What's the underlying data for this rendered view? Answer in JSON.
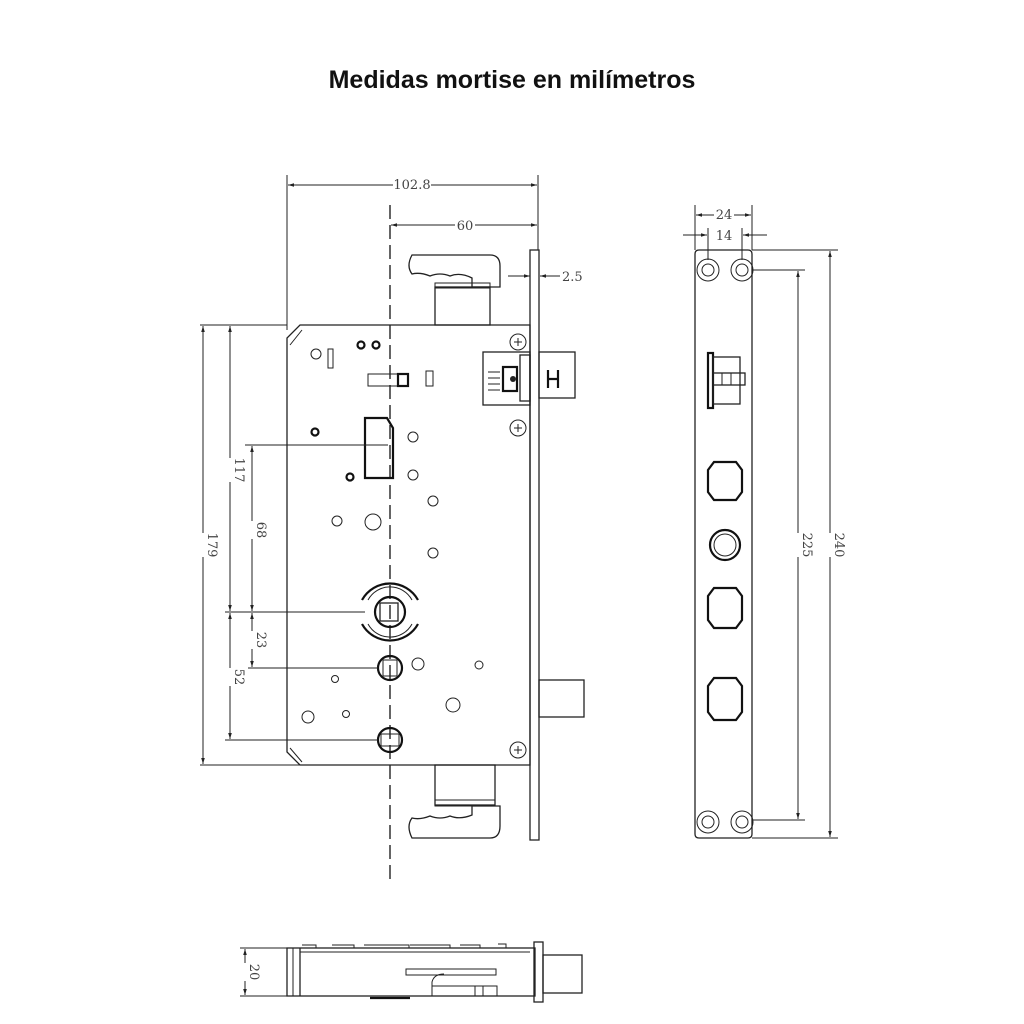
{
  "title": "Medidas mortise en milímetros",
  "dimensions": {
    "total_width": "102.8",
    "backset": "60",
    "faceplate_thickness": "2.5",
    "case_height": "179",
    "latch_to_spindle": "117",
    "slot_to_spindle": "68",
    "spindle_to_cylinder": "23",
    "spindle_to_lower_cylinder": "52",
    "faceplate_width": "24",
    "hole_spacing": "14",
    "hole_distance": "225",
    "faceplate_length": "240",
    "case_thickness": "20"
  }
}
